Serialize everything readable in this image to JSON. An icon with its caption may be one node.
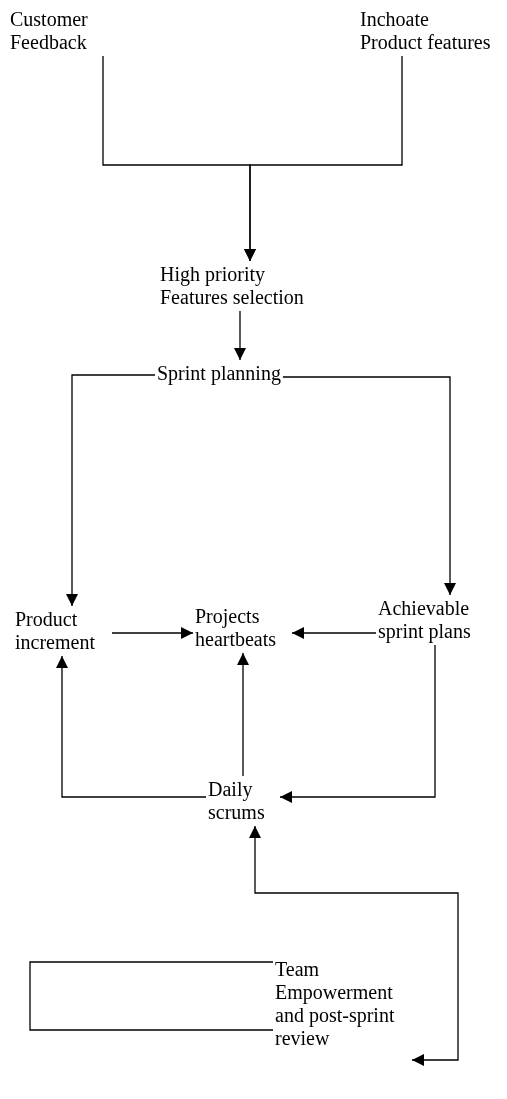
{
  "diagram": {
    "nodes": [
      {
        "text": [
          "Customer Feedback"
        ]
      },
      {
        "text": [
          "Inchoate Product features"
        ]
      },
      {
        "text": [
          "High priority Features selection"
        ]
      },
      {
        "text": [
          "Sprint planning"
        ]
      },
      {
        "text": [
          "Product increment"
        ]
      },
      {
        "text": [
          "Projects heartbeats"
        ]
      },
      {
        "text": [
          "Achievable sprint plans"
        ]
      },
      {
        "text": [
          "Daily scrums"
        ]
      },
      {
        "text": [
          "Team Empowerment and post-sprint review"
        ]
      }
    ],
    "edges": [
      {
        "from": 0,
        "to": 2,
        "arrow": "to"
      },
      {
        "from": 1,
        "to": 2,
        "arrow": "to"
      },
      {
        "from": 2,
        "to": 3,
        "arrow": "to"
      },
      {
        "from": 3,
        "to": 4,
        "arrow": "to"
      },
      {
        "from": 3,
        "to": 6,
        "arrow": "to"
      },
      {
        "from": 4,
        "to": 5,
        "arrow": "to"
      },
      {
        "from": 6,
        "to": 5,
        "arrow": "to"
      },
      {
        "from": 7,
        "to": 4,
        "arrow": "to"
      },
      {
        "from": 7,
        "to": 5,
        "arrow": "to"
      },
      {
        "from": 6,
        "to": 7,
        "arrow": "to"
      },
      {
        "from": 8,
        "to": 7,
        "arrow": "both"
      },
      {
        "from": 8,
        "to": 8,
        "arrow": "none"
      }
    ]
  }
}
